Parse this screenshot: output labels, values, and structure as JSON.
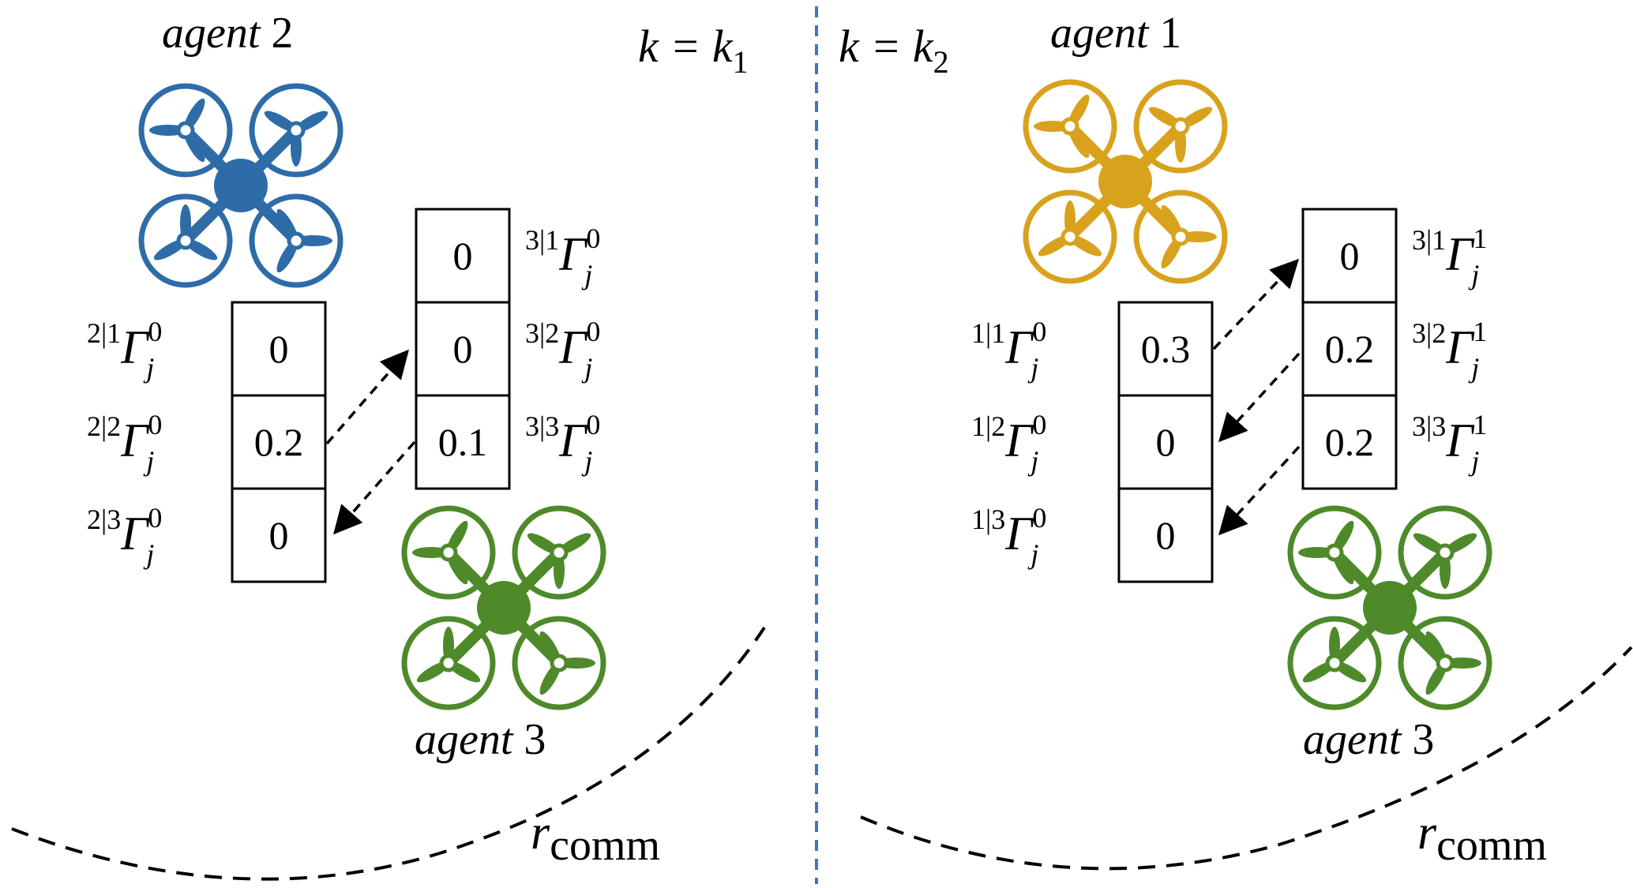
{
  "colors": {
    "agent2": "#2e6ca8",
    "agent1": "#d9a21d",
    "agent3": "#4e8a2a",
    "divider": "#4472c4"
  },
  "left": {
    "time_label": {
      "main": "k = k",
      "sub": "1"
    },
    "agent_top": {
      "word": "agent",
      "num": "2"
    },
    "agent_bottom": {
      "word": "agent",
      "num": "3"
    },
    "range_label": {
      "main": "r",
      "sub": "comm"
    },
    "col_a": {
      "values": [
        "0",
        "0.2",
        "0"
      ],
      "labels": [
        {
          "pre": "2|1",
          "sym": "Γ",
          "sup": "0",
          "sub": "j"
        },
        {
          "pre": "2|2",
          "sym": "Γ",
          "sup": "0",
          "sub": "j"
        },
        {
          "pre": "2|3",
          "sym": "Γ",
          "sup": "0",
          "sub": "j"
        }
      ]
    },
    "col_b": {
      "values": [
        "0",
        "0",
        "0.1"
      ],
      "labels": [
        {
          "pre": "3|1",
          "sym": "Γ",
          "sup": "0",
          "sub": "j"
        },
        {
          "pre": "3|2",
          "sym": "Γ",
          "sup": "0",
          "sub": "j"
        },
        {
          "pre": "3|3",
          "sym": "Γ",
          "sup": "0",
          "sub": "j"
        }
      ]
    }
  },
  "right": {
    "time_label": {
      "main": "k = k",
      "sub": "2"
    },
    "agent_top": {
      "word": "agent",
      "num": "1"
    },
    "agent_bottom": {
      "word": "agent",
      "num": "3"
    },
    "range_label": {
      "main": "r",
      "sub": "comm"
    },
    "col_a": {
      "values": [
        "0.3",
        "0",
        "0"
      ],
      "labels": [
        {
          "pre": "1|1",
          "sym": "Γ",
          "sup": "0",
          "sub": "j"
        },
        {
          "pre": "1|2",
          "sym": "Γ",
          "sup": "0",
          "sub": "j"
        },
        {
          "pre": "1|3",
          "sym": "Γ",
          "sup": "0",
          "sub": "j"
        }
      ]
    },
    "col_b": {
      "values": [
        "0",
        "0.2",
        "0.2"
      ],
      "labels": [
        {
          "pre": "3|1",
          "sym": "Γ",
          "sup": "1",
          "sub": "j"
        },
        {
          "pre": "3|2",
          "sym": "Γ",
          "sup": "1",
          "sub": "j"
        },
        {
          "pre": "3|3",
          "sym": "Γ",
          "sup": "1",
          "sub": "j"
        }
      ]
    }
  }
}
